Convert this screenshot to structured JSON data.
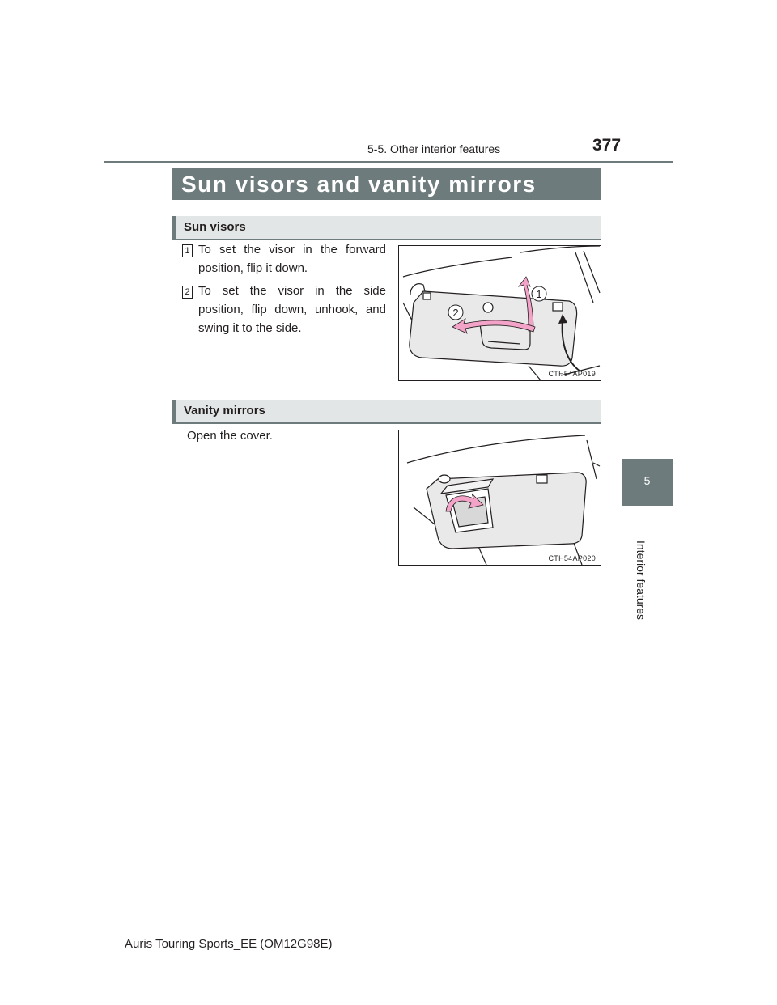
{
  "header": {
    "section": "5-5. Other interior features",
    "page_number": "377"
  },
  "title": "Sun visors and vanity mirrors",
  "sun_visors": {
    "heading": "Sun visors",
    "steps": [
      {
        "num": "1",
        "text": "To set the visor in the forward position, flip it down."
      },
      {
        "num": "2",
        "text": "To set the visor in the side position, flip down, unhook, and swing it to the side."
      }
    ],
    "figure": {
      "code": "CTH54AP019",
      "callouts": [
        "1",
        "2"
      ]
    }
  },
  "vanity_mirrors": {
    "heading": "Vanity mirrors",
    "text": "Open the cover.",
    "figure": {
      "code": "CTH54AP020"
    }
  },
  "side_tab": {
    "number": "5",
    "label": "Interior features"
  },
  "footer": "Auris Touring Sports_EE (OM12G98E)",
  "colors": {
    "accent": "#6d7b7c",
    "subheading_bg": "#e3e6e6",
    "arrow": "#f4a3c8",
    "text": "#231f20"
  }
}
